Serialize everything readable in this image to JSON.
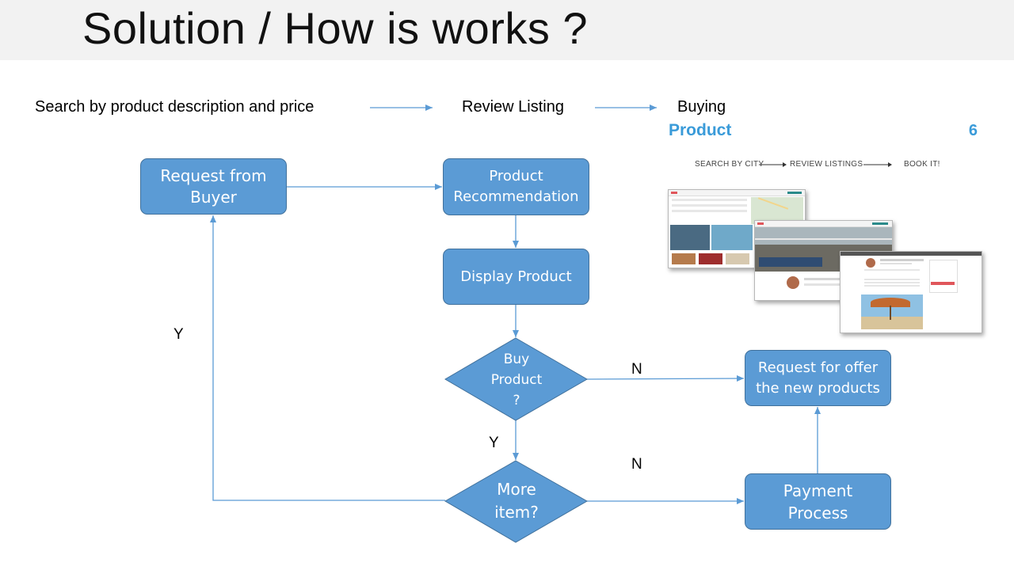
{
  "title": "Solution / How is works ?",
  "top_flow": {
    "step1": "Search by product description and price",
    "step2": "Review Listing",
    "step3": "Buying"
  },
  "nodes": {
    "request_from_buyer": [
      "Request from",
      "Buyer"
    ],
    "product_recommendation": [
      "Product",
      "Recommendation"
    ],
    "display_product": "Display Product",
    "buy_product": [
      "Buy",
      "Product",
      "?"
    ],
    "more_item": [
      "More",
      "item?"
    ],
    "request_offer": [
      "Request for offer",
      "the new products"
    ],
    "payment_process": [
      "Payment",
      "Process"
    ]
  },
  "edge_labels": {
    "buy_no": "N",
    "buy_yes": "Y",
    "more_no": "N",
    "more_yes": "Y"
  },
  "mockup": {
    "heading": "Product",
    "number": "6",
    "steps": [
      "SEARCH BY CITY",
      "REVIEW LISTINGS",
      "BOOK IT!"
    ]
  },
  "colors": {
    "node_fill": "#5b9bd5",
    "node_border": "#41719c",
    "connector": "#5b9bd5",
    "mockup_accent": "#3a9bd9"
  }
}
